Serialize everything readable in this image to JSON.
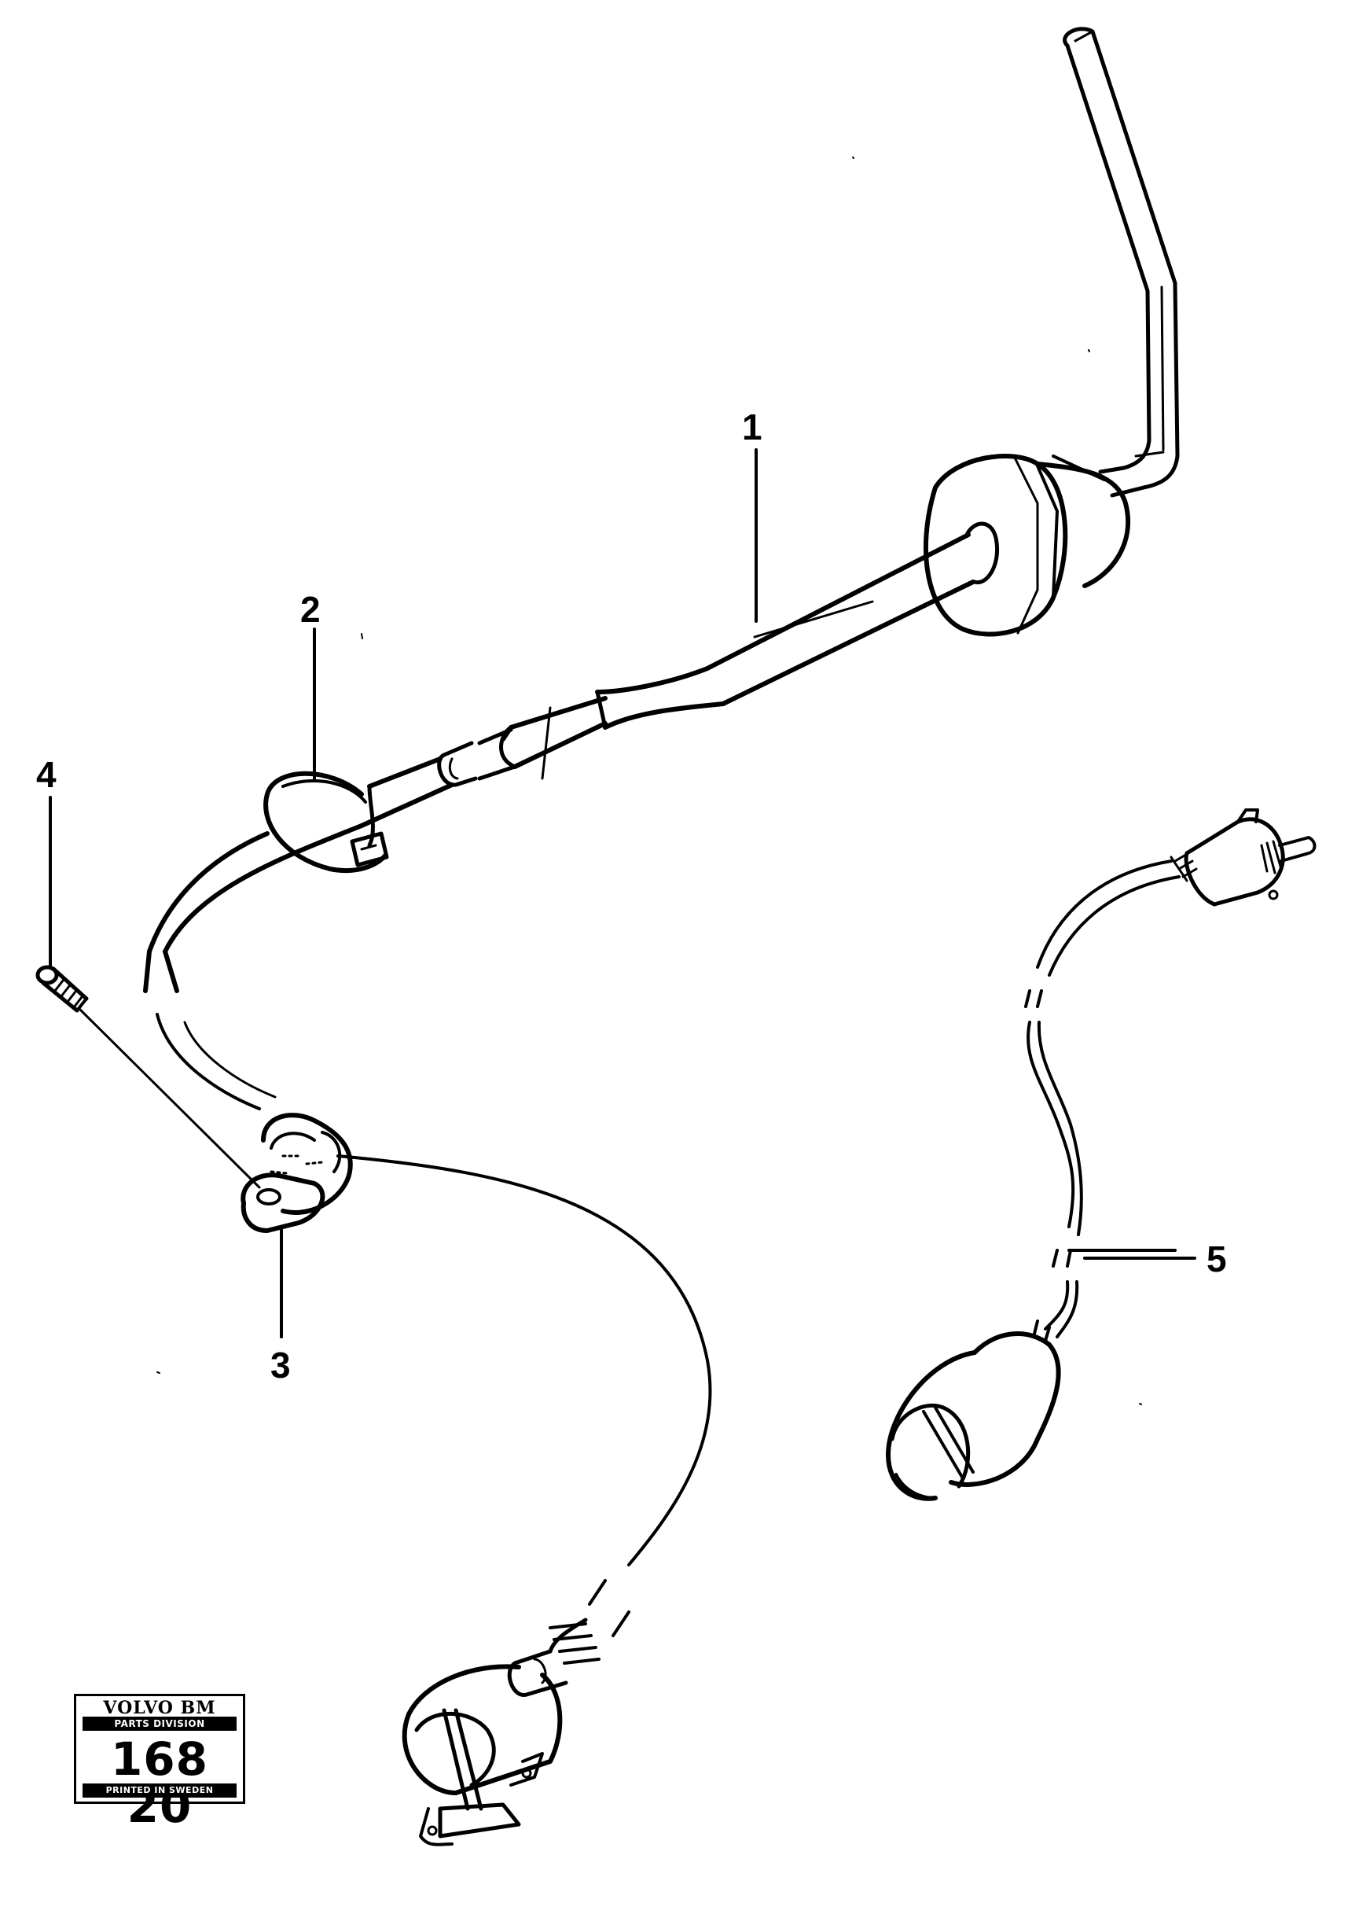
{
  "callouts": {
    "item_1": "1",
    "item_2": "2",
    "item_3": "3",
    "item_4": "4",
    "item_5": "5"
  },
  "stamp": {
    "brand": "VOLVO BM",
    "division": "PARTS DIVISION",
    "number": "168 20",
    "footer": "PRINTED IN SWEDEN"
  },
  "colors": {
    "ink": "#000000",
    "paper": "#ffffff"
  }
}
